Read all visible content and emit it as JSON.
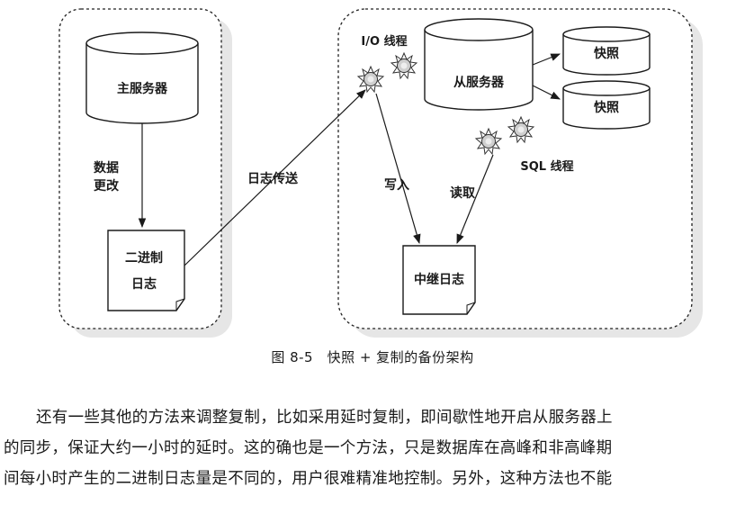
{
  "figure": {
    "master_server": "主服务器",
    "data_change": [
      "数据",
      "更改"
    ],
    "binlog": [
      "二进制",
      "日志"
    ],
    "log_shipping": "日志传送",
    "io_thread": "I/O 线程",
    "slave_server": "从服务器",
    "snapshot_1": "快照",
    "snapshot_2": "快照",
    "sql_thread": "SQL 线程",
    "write": "写入",
    "read": "读取",
    "relay_log": "中继日志"
  },
  "caption": "图 8-5　快照 + 复制的备份架构",
  "paragraph_lines": [
    "还有一些其他的方法来调整复制，比如采用延时复制，即间歇性地开启从服务器上",
    "的同步，保证大约一小时的延时。这的确也是一个方法，只是数据库在高峰和非高峰期",
    "间每小时产生的二进制日志量是不同的，用户很难精准地控制。另外，这种方法也不能"
  ],
  "icons": {
    "gear": "gear-icon"
  }
}
